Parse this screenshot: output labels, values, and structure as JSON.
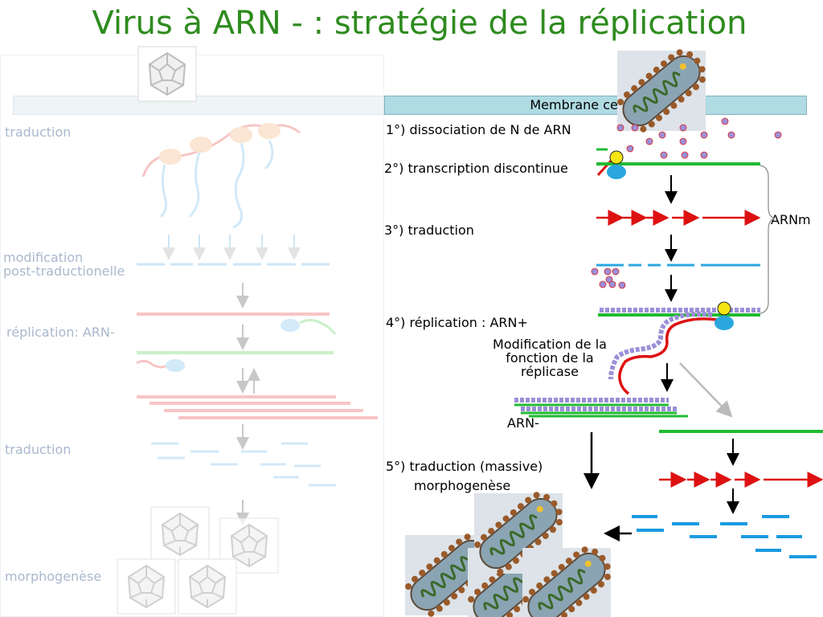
{
  "title": "Virus à ARN - : stratégie de la réplication",
  "left_panel": {
    "labels": {
      "traduction1": "traduction",
      "modification_l1": "modification",
      "modification_l2": "post-traductionelle",
      "replication": "réplication: ARN-",
      "traduction2": "traduction",
      "morphogenese": "morphogenèse"
    }
  },
  "right_panel": {
    "membrane": "Membrane cellulaire",
    "steps": {
      "step1": "1°) dissociation de N de ARN",
      "step2": "2°) transcription discontinue",
      "step3": "3°) traduction",
      "step4": "4°) réplication : ARN+",
      "step5_l1": "5°) traduction (massive)",
      "step5_l2": "morphogenèse"
    },
    "arnm": "ARNm",
    "modification_l1": "Modification de la",
    "modification_l2": "fonction de la",
    "modification_l3": "réplicase",
    "arn_minus": "ARN-"
  },
  "colors": {
    "title": "#2e8b1e",
    "green_rna": "#22bb33",
    "red_rna": "#dd1111",
    "blue_protein": "#1a9ae0",
    "nucleoprotein": "#9b8fd8",
    "polymerase_yellow": "#f5e514",
    "polymerase_blue": "#2aa7df"
  }
}
